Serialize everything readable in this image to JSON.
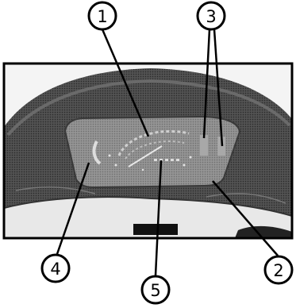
{
  "callouts": [
    {
      "number": "1"
    },
    {
      "number": "3"
    },
    {
      "number": "4"
    },
    {
      "number": "5"
    },
    {
      "number": "2"
    }
  ],
  "colors": {
    "panel_photo": "#4a4a4a",
    "dashboard_cover": "#555555",
    "display_lens": "#8a8a8a",
    "frame": "#000000",
    "background": "#ffffff"
  }
}
